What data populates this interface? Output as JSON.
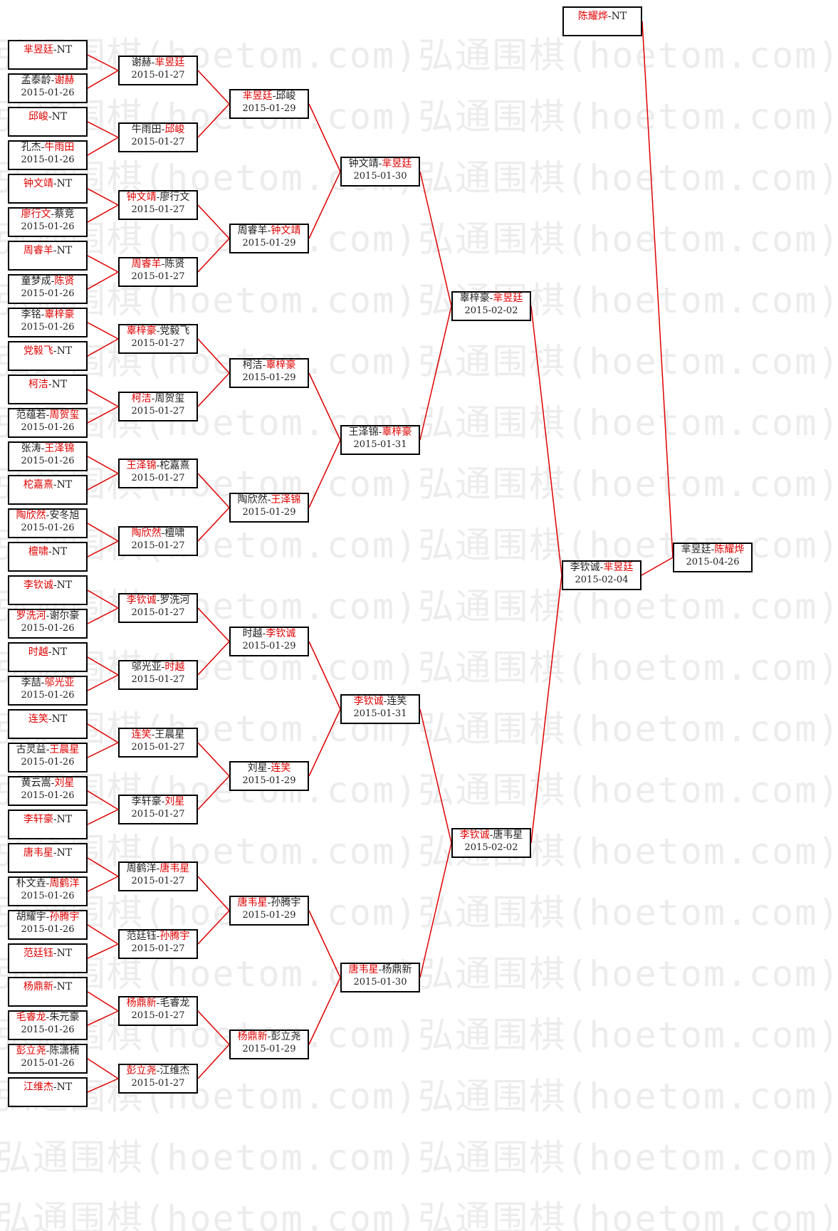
{
  "watermark_text": "弘通围棋(hoetom.com)弘通围棋(hoetom.com)弘通围棋(hoetom.com)",
  "colors": {
    "winner": "#e00000",
    "loser": "#222222",
    "line": "#e00000",
    "border": "#000000"
  },
  "bracket": {
    "round0": [
      {
        "winner": "芈昱廷",
        "loser": "NT"
      },
      {
        "loser": "孟泰龄",
        "winner": "谢赫",
        "date": "2015-01-26"
      },
      {
        "winner": "邱峻",
        "loser": "NT"
      },
      {
        "loser": "孔杰",
        "winner": "牛雨田",
        "date": "2015-01-26"
      },
      {
        "winner": "钟文靖",
        "loser": "NT"
      },
      {
        "winner": "廖行文",
        "loser": "蔡竞",
        "date": "2015-01-26"
      },
      {
        "winner": "周睿羊",
        "loser": "NT"
      },
      {
        "loser": "童梦成",
        "winner": "陈贤",
        "date": "2015-01-26"
      },
      {
        "loser": "李铭",
        "winner": "辜梓豪",
        "date": "2015-01-26"
      },
      {
        "winner": "党毅飞",
        "loser": "NT"
      },
      {
        "winner": "柯洁",
        "loser": "NT"
      },
      {
        "loser": "范蕴若",
        "winner": "周贺玺",
        "date": "2015-01-26"
      },
      {
        "loser": "张涛",
        "winner": "王泽锦",
        "date": "2015-01-26"
      },
      {
        "winner": "柁嘉熹",
        "loser": "NT"
      },
      {
        "winner": "陶欣然",
        "loser": "安冬旭",
        "date": "2015-01-26"
      },
      {
        "winner": "檀啸",
        "loser": "NT"
      },
      {
        "winner": "李钦诚",
        "loser": "NT"
      },
      {
        "winner": "罗洗河",
        "loser": "谢尔豪",
        "date": "2015-01-26"
      },
      {
        "winner": "时越",
        "loser": "NT"
      },
      {
        "loser": "李喆",
        "winner": "邬光亚",
        "date": "2015-01-26"
      },
      {
        "winner": "连笑",
        "loser": "NT"
      },
      {
        "loser": "古灵益",
        "winner": "王晨星",
        "date": "2015-01-26"
      },
      {
        "loser": "黄云嵩",
        "winner": "刘星",
        "date": "2015-01-26"
      },
      {
        "winner": "李轩豪",
        "loser": "NT"
      },
      {
        "winner": "唐韦星",
        "loser": "NT"
      },
      {
        "loser": "朴文垚",
        "winner": "周鹤洋",
        "date": "2015-01-26"
      },
      {
        "loser": "胡耀宇",
        "winner": "孙腾宇",
        "date": "2015-01-26"
      },
      {
        "winner": "范廷钰",
        "loser": "NT"
      },
      {
        "winner": "杨鼎新",
        "loser": "NT"
      },
      {
        "winner": "毛睿龙",
        "loser": "朱元豪",
        "date": "2015-01-26"
      },
      {
        "winner": "彭立尧",
        "loser": "陈潇楠",
        "date": "2015-01-26"
      },
      {
        "winner": "江维杰",
        "loser": "NT"
      }
    ],
    "round1": [
      {
        "loser": "谢赫",
        "winner": "芈昱廷",
        "date": "2015-01-27"
      },
      {
        "loser": "牛雨田",
        "winner": "邱峻",
        "date": "2015-01-27"
      },
      {
        "winner": "钟文靖",
        "loser": "廖行文",
        "date": "2015-01-27"
      },
      {
        "winner": "周睿羊",
        "loser": "陈贤",
        "date": "2015-01-27"
      },
      {
        "winner": "辜梓豪",
        "loser": "党毅飞",
        "date": "2015-01-27"
      },
      {
        "winner": "柯洁",
        "loser": "周贺玺",
        "date": "2015-01-27"
      },
      {
        "winner": "王泽锦",
        "loser": "柁嘉熹",
        "date": "2015-01-27"
      },
      {
        "winner": "陶欣然",
        "loser": "檀啸",
        "date": "2015-01-27"
      },
      {
        "winner": "李钦诚",
        "loser": "罗洗河",
        "date": "2015-01-27"
      },
      {
        "loser": "邬光亚",
        "winner": "时越",
        "date": "2015-01-27"
      },
      {
        "winner": "连笑",
        "loser": "王晨星",
        "date": "2015-01-27"
      },
      {
        "loser": "李轩豪",
        "winner": "刘星",
        "date": "2015-01-27"
      },
      {
        "loser": "周鹤洋",
        "winner": "唐韦星",
        "date": "2015-01-27"
      },
      {
        "loser": "范廷钰",
        "winner": "孙腾宇",
        "date": "2015-01-27"
      },
      {
        "winner": "杨鼎新",
        "loser": "毛睿龙",
        "date": "2015-01-27"
      },
      {
        "winner": "彭立尧",
        "loser": "江维杰",
        "date": "2015-01-27"
      }
    ],
    "round2": [
      {
        "winner": "芈昱廷",
        "loser": "邱峻",
        "date": "2015-01-29"
      },
      {
        "loser": "周睿羊",
        "winner": "钟文靖",
        "date": "2015-01-29"
      },
      {
        "loser": "柯洁",
        "winner": "辜梓豪",
        "date": "2015-01-29"
      },
      {
        "loser": "陶欣然",
        "winner": "王泽锦",
        "date": "2015-01-29"
      },
      {
        "loser": "时越",
        "winner": "李钦诚",
        "date": "2015-01-29"
      },
      {
        "loser": "刘星",
        "winner": "连笑",
        "date": "2015-01-29"
      },
      {
        "winner": "唐韦星",
        "loser": "孙腾宇",
        "date": "2015-01-29"
      },
      {
        "winner": "杨鼎新",
        "loser": "彭立尧",
        "date": "2015-01-29"
      }
    ],
    "round3": [
      {
        "loser": "钟文靖",
        "winner": "芈昱廷",
        "date": "2015-01-30"
      },
      {
        "loser": "王泽锦",
        "winner": "辜梓豪",
        "date": "2015-01-31"
      },
      {
        "winner": "李钦诚",
        "loser": "连笑",
        "date": "2015-01-31"
      },
      {
        "winner": "唐韦星",
        "loser": "杨鼎新",
        "date": "2015-01-30"
      }
    ],
    "round4": [
      {
        "loser": "辜梓豪",
        "winner": "芈昱廷",
        "date": "2015-02-02"
      },
      {
        "winner": "李钦诚",
        "loser": "唐韦星",
        "date": "2015-02-02"
      }
    ],
    "round5": [
      {
        "loser": "李钦诚",
        "winner": "芈昱廷",
        "date": "2015-02-04"
      }
    ],
    "final": {
      "loser": "芈昱廷",
      "winner": "陈耀烨",
      "date": "2015-04-26"
    },
    "seed": {
      "winner": "陈耀烨",
      "loser": "NT"
    }
  }
}
